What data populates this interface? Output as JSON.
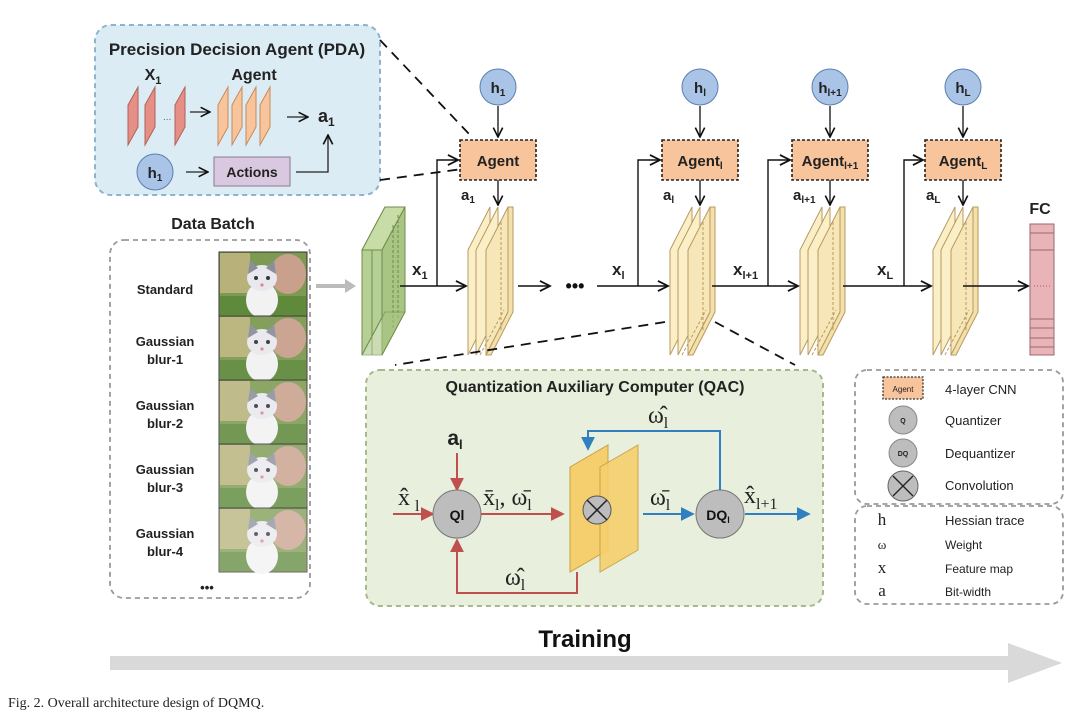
{
  "pda": {
    "title": "Precision Decision Agent (PDA)",
    "input_label": "X",
    "input_sub": "1",
    "agent_label": "Agent",
    "output_label": "a",
    "output_sub": "1",
    "h_label": "h",
    "h_sub": "1",
    "actions_label": "Actions",
    "ellipsis": "..."
  },
  "data_batch": {
    "title": "Data Batch",
    "items": [
      {
        "line1": "Standard",
        "line2": ""
      },
      {
        "line1": "Gaussian",
        "line2": "blur-1"
      },
      {
        "line1": "Gaussian",
        "line2": "blur-2"
      },
      {
        "line1": "Gaussian",
        "line2": "blur-3"
      },
      {
        "line1": "Gaussian",
        "line2": "blur-4"
      }
    ],
    "more": "•••"
  },
  "pipeline": {
    "hessians": [
      {
        "base": "h",
        "sub": "1"
      },
      {
        "base": "h",
        "sub": "l"
      },
      {
        "base": "h",
        "sub": "l+1"
      },
      {
        "base": "h",
        "sub": "L"
      }
    ],
    "agents": [
      {
        "base": "Agent",
        "sub": ""
      },
      {
        "base": "Agent",
        "sub": "l"
      },
      {
        "base": "Agent",
        "sub": "l+1"
      },
      {
        "base": "Agent",
        "sub": "L"
      }
    ],
    "bitwidths": [
      {
        "base": "a",
        "sub": "1"
      },
      {
        "base": "a",
        "sub": "l"
      },
      {
        "base": "a",
        "sub": "l+1"
      },
      {
        "base": "a",
        "sub": "L"
      }
    ],
    "features": [
      {
        "base": "x",
        "sub": "1"
      },
      {
        "base": "x",
        "sub": "l"
      },
      {
        "base": "x",
        "sub": "l+1"
      },
      {
        "base": "x",
        "sub": "L"
      }
    ],
    "ellipsis": "•••",
    "fc_label": "FC"
  },
  "qac": {
    "title": "Quantization Auxiliary Computer (QAC)",
    "a_label": "a",
    "a_sub": "l",
    "x_in": "x̂",
    "x_in_sub": "l",
    "ql_label": "Ql",
    "mid_label_x": "x̄",
    "mid_label_sub": "l",
    "mid_label_w": "ω̄",
    "mid_label_w_sub": "l",
    "w_bar": "ω̄",
    "w_bar_sub": "l",
    "dq_label": "DQ",
    "dq_sub": "l",
    "x_out": "x̂",
    "x_out_sub": "l+1",
    "w_hat_top": "ω̂",
    "w_hat_top_sub": "l",
    "w_hat_bottom": "ω̂",
    "w_hat_bottom_sub": "l"
  },
  "legend": {
    "shapes": [
      {
        "symbol": "Agent",
        "label": "4-layer CNN"
      },
      {
        "symbol": "Q",
        "label": "Quantizer"
      },
      {
        "symbol": "DQ",
        "label": "Dequantizer"
      },
      {
        "symbol": "⊗",
        "label": "Convolution"
      }
    ],
    "symbols": [
      {
        "symbol": "h",
        "label": "Hessian trace"
      },
      {
        "symbol": "ω",
        "label": "Weight"
      },
      {
        "symbol": "x",
        "label": "Feature map"
      },
      {
        "symbol": "a",
        "label": "Bit-width"
      }
    ]
  },
  "training_label": "Training",
  "caption": "Fig. 2.   Overall architecture design of DQMQ.",
  "colors": {
    "pda_bg": "#dcecf4",
    "pda_border": "#8cb4cc",
    "qac_bg": "#e8efdc",
    "qac_border": "#a8b88c",
    "hessian_fill": "#a9c4e6",
    "agent_fill": "#f8c49c",
    "feature_fill": "#fbefc8",
    "input_fill": "#b5cf94",
    "fc_fill": "#e8b4b8",
    "red_flow": "#c0504d",
    "blue_flow": "#2f7fc1",
    "training_arrow": "#d9d9d9"
  }
}
